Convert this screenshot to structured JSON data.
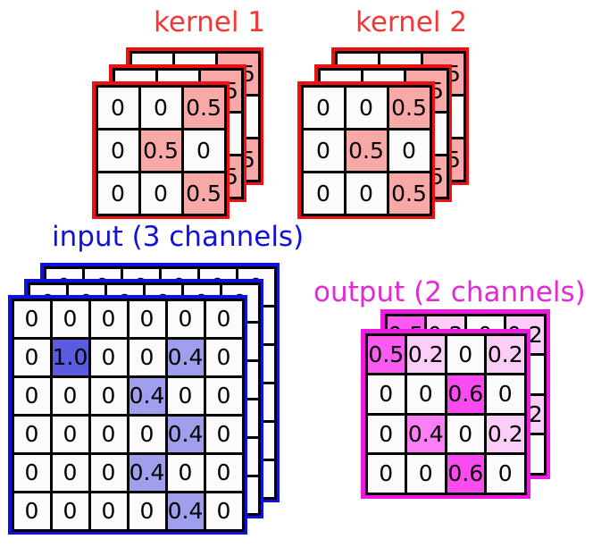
{
  "figure": {
    "description": "Multi-channel 2D convolution illustration: two 3-channel 3x3 kernels applied to a 3-channel 6x6 input producing a 2-channel 4x4 output",
    "background": "#ffffff"
  },
  "colors": {
    "kernel_border": "#ee1111",
    "kernel_title": "#f33636",
    "kernel_fill_0_5": "#f9a8a8",
    "input_border": "#1111dd",
    "input_title": "#1111dd",
    "input_fill_1_0": "#5b5be0",
    "input_fill_0_4": "#9f9fee",
    "output_border": "#f019e0",
    "output_title": "#e22ad6",
    "output_fill_0_6": "#fb4bf0",
    "output_fill_0_5": "#fa5cf2",
    "output_fill_0_4": "#fb7ef4",
    "output_fill_0_2": "#fbcdf7",
    "cell_empty": "#fbfbfb",
    "cell_border": "#000000"
  },
  "kernels": [
    {
      "title": "kernel 1",
      "channels": 3,
      "rows": 3,
      "cols": 3,
      "layers": [
        [
          [
            "0",
            "0",
            "0.5"
          ],
          [
            "0",
            "0.5",
            "0"
          ],
          [
            "0",
            "0",
            "0.5"
          ]
        ],
        [
          [
            "0",
            "0",
            "0.5"
          ],
          [
            "0",
            "0.5",
            "0"
          ],
          [
            "0",
            "0",
            "0.5"
          ]
        ],
        [
          [
            "0",
            "0",
            "0.5"
          ],
          [
            "0",
            "0.5",
            "0"
          ],
          [
            "0",
            "0",
            "0.5"
          ]
        ]
      ]
    },
    {
      "title": "kernel 2",
      "channels": 3,
      "rows": 3,
      "cols": 3,
      "layers": [
        [
          [
            "0",
            "0",
            "0.5"
          ],
          [
            "0",
            "0.5",
            "0"
          ],
          [
            "0",
            "0",
            "0.5"
          ]
        ],
        [
          [
            "0",
            "0",
            "0.5"
          ],
          [
            "0",
            "0.5",
            "0"
          ],
          [
            "0",
            "0",
            "0.5"
          ]
        ],
        [
          [
            "0",
            "0",
            "0.5"
          ],
          [
            "0",
            "0.5",
            "0"
          ],
          [
            "0",
            "0",
            "0.5"
          ]
        ]
      ]
    }
  ],
  "input": {
    "title": "input (3 channels)",
    "channels": 3,
    "rows": 6,
    "cols": 6,
    "layers": [
      [
        [
          "0",
          "0",
          "0",
          "0",
          "0",
          "0"
        ],
        [
          "0",
          "1.0",
          "0",
          "0",
          "0.4",
          "0"
        ],
        [
          "0",
          "0",
          "0",
          "0.4",
          "0",
          "0"
        ],
        [
          "0",
          "0",
          "0",
          "0",
          "0.4",
          "0"
        ],
        [
          "0",
          "0",
          "0",
          "0.4",
          "0",
          "0"
        ],
        [
          "0",
          "0",
          "0",
          "0",
          "0.4",
          "0"
        ]
      ],
      [
        [
          "0",
          "0",
          "0",
          "0",
          "0",
          "0"
        ],
        [
          "0",
          "0",
          "0",
          "0",
          "0",
          "0"
        ],
        [
          "0",
          "0",
          "0",
          "0",
          "0",
          "0"
        ],
        [
          "0",
          "0",
          "0",
          "0",
          "0",
          "0"
        ],
        [
          "0",
          "0",
          "0",
          "0",
          "0",
          "0"
        ],
        [
          "0",
          "0",
          "0",
          "0",
          "0",
          "0"
        ]
      ],
      [
        [
          "0",
          "0",
          "0",
          "0",
          "0",
          "0"
        ],
        [
          "0",
          "0",
          "0",
          "0",
          "0",
          "0"
        ],
        [
          "0",
          "0",
          "0",
          "0",
          "0",
          "0"
        ],
        [
          "0",
          "0",
          "0",
          "0",
          "0",
          "0"
        ],
        [
          "0",
          "0",
          "0",
          "0",
          "0",
          "0"
        ],
        [
          "0",
          "0",
          "0",
          "0",
          "0",
          "0"
        ]
      ]
    ]
  },
  "output": {
    "title": "output (2 channels)",
    "channels": 2,
    "rows": 4,
    "cols": 4,
    "layers": [
      [
        [
          "0.5",
          "0.2",
          "0",
          "0.2"
        ],
        [
          "0",
          "0",
          "0.6",
          "0"
        ],
        [
          "0",
          "0.4",
          "0",
          "0.2"
        ],
        [
          "0",
          "0",
          "0.6",
          "0"
        ]
      ],
      [
        [
          "0.5",
          "0.2",
          "0",
          "0.2"
        ],
        [
          "0",
          "0",
          "0.6",
          "0"
        ],
        [
          "0",
          "0.4",
          "0",
          "0.2"
        ],
        [
          "0",
          "0",
          "0.6",
          "0"
        ]
      ]
    ]
  }
}
